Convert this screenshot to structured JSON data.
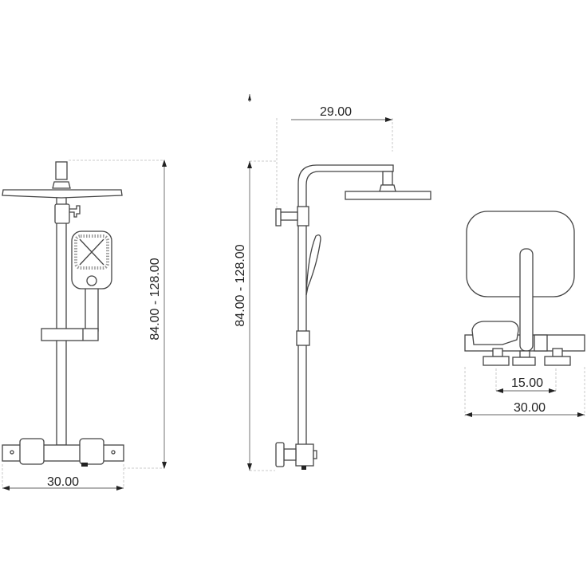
{
  "front_view": {
    "height_dimension": "84.00 - 128.00",
    "width_dimension": "30.00"
  },
  "side_view": {
    "height_dimension": "84.00 - 128.00",
    "reach_dimension": "29.00"
  },
  "top_view": {
    "centers_dimension": "15.00",
    "width_dimension": "30.00"
  },
  "colors": {
    "line": "#444444",
    "dimension": "#666666"
  }
}
